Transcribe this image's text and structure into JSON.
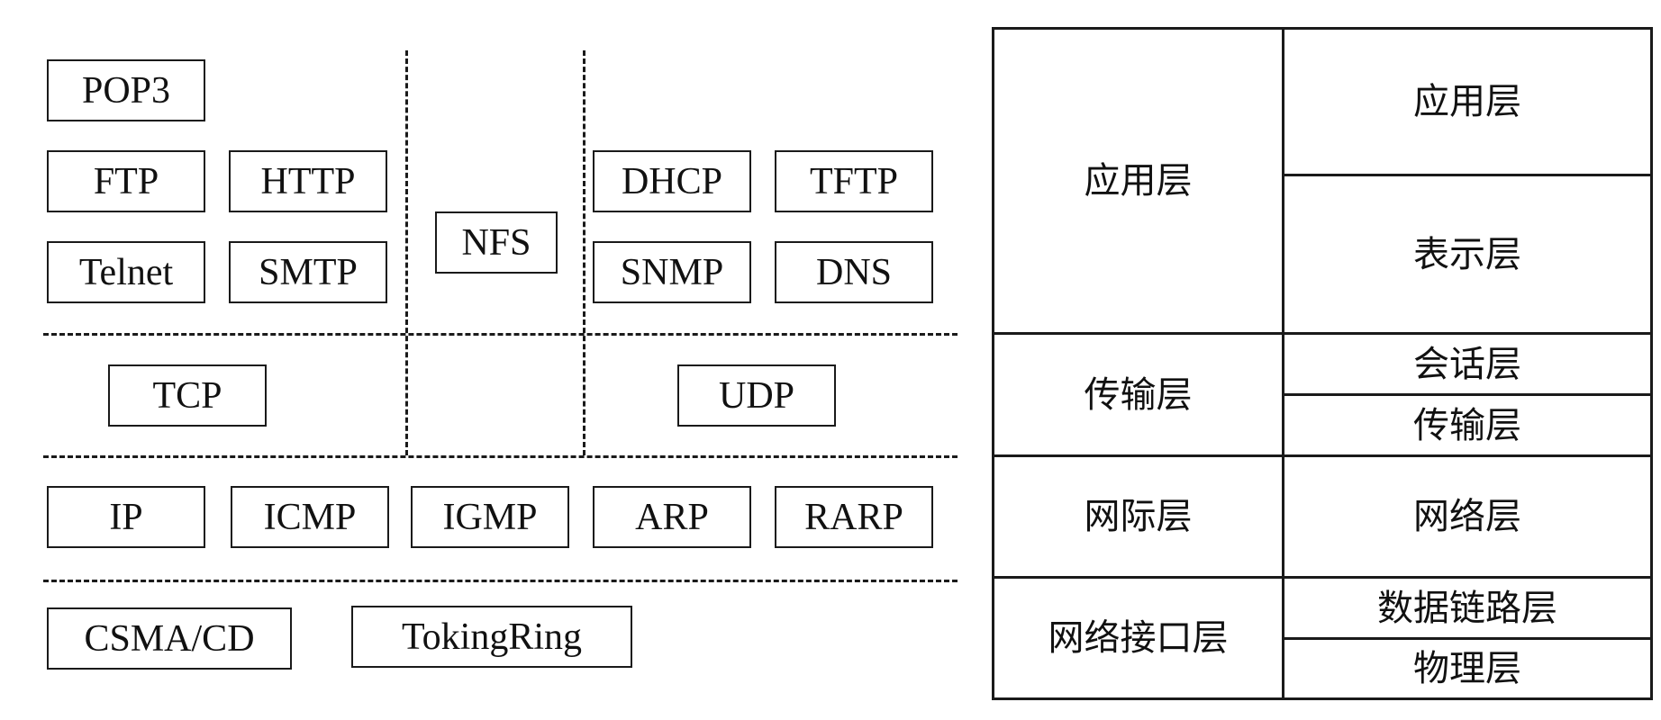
{
  "protocols": {
    "application_row1": [
      "POP3"
    ],
    "application_row2": [
      "FTP",
      "HTTP",
      "DHCP",
      "TFTP"
    ],
    "application_mid": "NFS",
    "application_row3": [
      "Telnet",
      "SMTP",
      "SNMP",
      "DNS"
    ],
    "transport": [
      "TCP",
      "UDP"
    ],
    "internet": [
      "IP",
      "ICMP",
      "IGMP",
      "ARP",
      "RARP"
    ],
    "link": [
      "CSMA/CD",
      "TokingRing"
    ]
  },
  "tcpip_layers": [
    "应用层",
    "传输层",
    "网际层",
    "网络接口层"
  ],
  "osi_layers": [
    "应用层",
    "表示层",
    "会话层",
    "传输层",
    "网络层",
    "数据链路层",
    "物理层"
  ]
}
